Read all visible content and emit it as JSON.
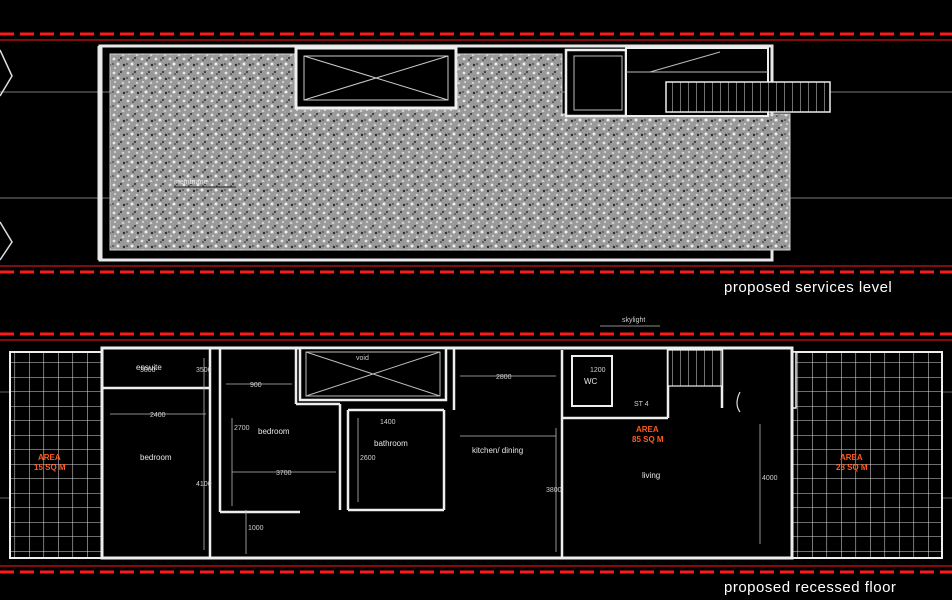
{
  "titles": {
    "upper": "proposed services level",
    "lower": "proposed recessed floor"
  },
  "rooms": {
    "ensuite": "ensuite",
    "bedroom1": "bedroom",
    "bedroom2": "bedroom",
    "bathroom": "bathroom",
    "kitchen_dining": "kitchen/ dining",
    "living": "living",
    "wc": "WC",
    "membrane": "membrane"
  },
  "areas": {
    "left_line1": "AREA",
    "left_line2": "15 SQ M",
    "mid_line1": "AREA",
    "mid_line2": "85 SQ M",
    "right_line1": "AREA",
    "right_line2": "28 SQ M"
  },
  "dimensions": {
    "d1": "2400",
    "d2": "3000",
    "d3": "3700",
    "d4": "2700",
    "d5": "2800",
    "d6": "1200",
    "d7": "900",
    "d8": "3500",
    "d9": "4100",
    "d10": "3800",
    "d11": "2600",
    "d12": "1400",
    "d13": "1000",
    "d14": "4000"
  },
  "annotations": {
    "skylight": "skylight",
    "stair": "ST 4",
    "void": "void"
  },
  "colors": {
    "boundary": "#ff1a1a",
    "area_text": "#ff5a1f",
    "background": "#000000",
    "hatch": "#c8c8c8"
  }
}
